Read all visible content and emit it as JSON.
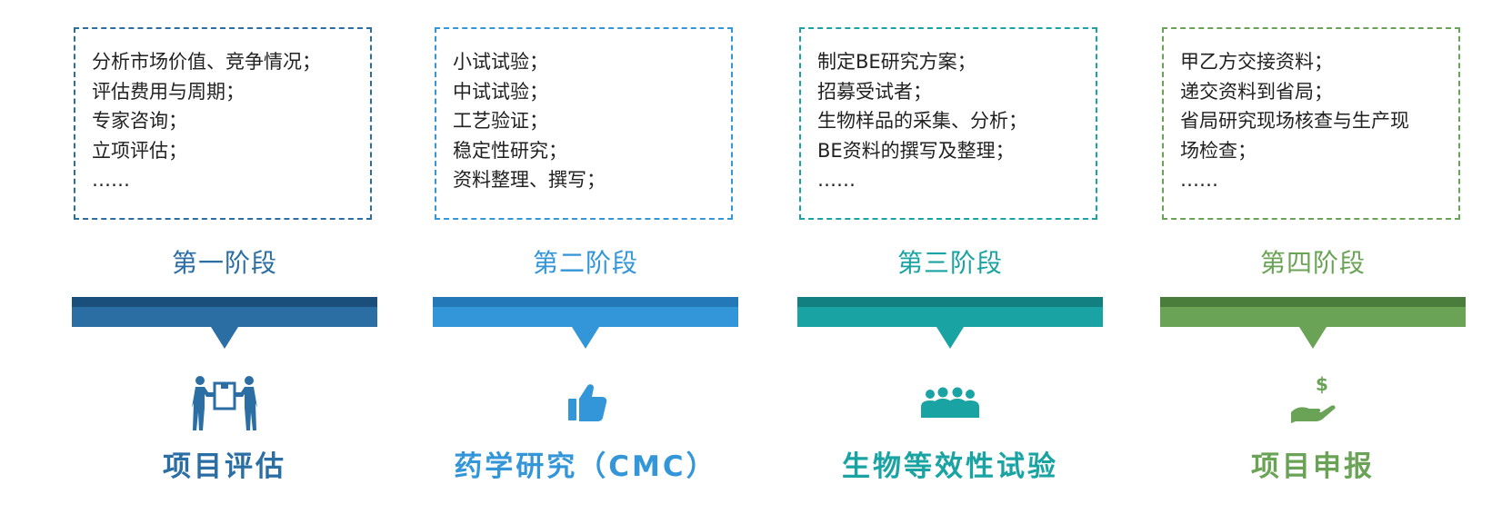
{
  "stages": [
    {
      "title": "第一阶段",
      "name": "项目评估",
      "icon": "people-carrying-box-icon",
      "color": "#2a6ea4",
      "dark": "#1a4f7c",
      "tasks": [
        "分析市场价值、竞争情况；",
        "评估费用与周期；",
        "专家咨询；",
        "立项评估；",
        "……"
      ]
    },
    {
      "title": "第二阶段",
      "name": "药学研究（CMC）",
      "icon": "thumbs-up-icon",
      "color": "#3396d9",
      "dark": "#2378b8",
      "tasks": [
        "小试试验；",
        "中试试验；",
        "工艺验证；",
        "稳定性研究；",
        "资料整理、撰写；"
      ]
    },
    {
      "title": "第三阶段",
      "name": "生物等效性试验",
      "icon": "people-group-icon",
      "color": "#1aa3a3",
      "dark": "#127f80",
      "tasks": [
        "制定BE研究方案；",
        "招募受试者；",
        "生物样品的采集、分析；",
        "BE资料的撰写及整理；",
        "……"
      ]
    },
    {
      "title": "第四阶段",
      "name": "项目申报",
      "icon": "hand-holding-money-icon",
      "color": "#6aa356",
      "dark": "#4a7c3c",
      "tasks": [
        "甲乙方交接资料；",
        "递交资料到省局；",
        "省局研究现场核查与生产现",
        "场检查；",
        "……"
      ]
    }
  ]
}
